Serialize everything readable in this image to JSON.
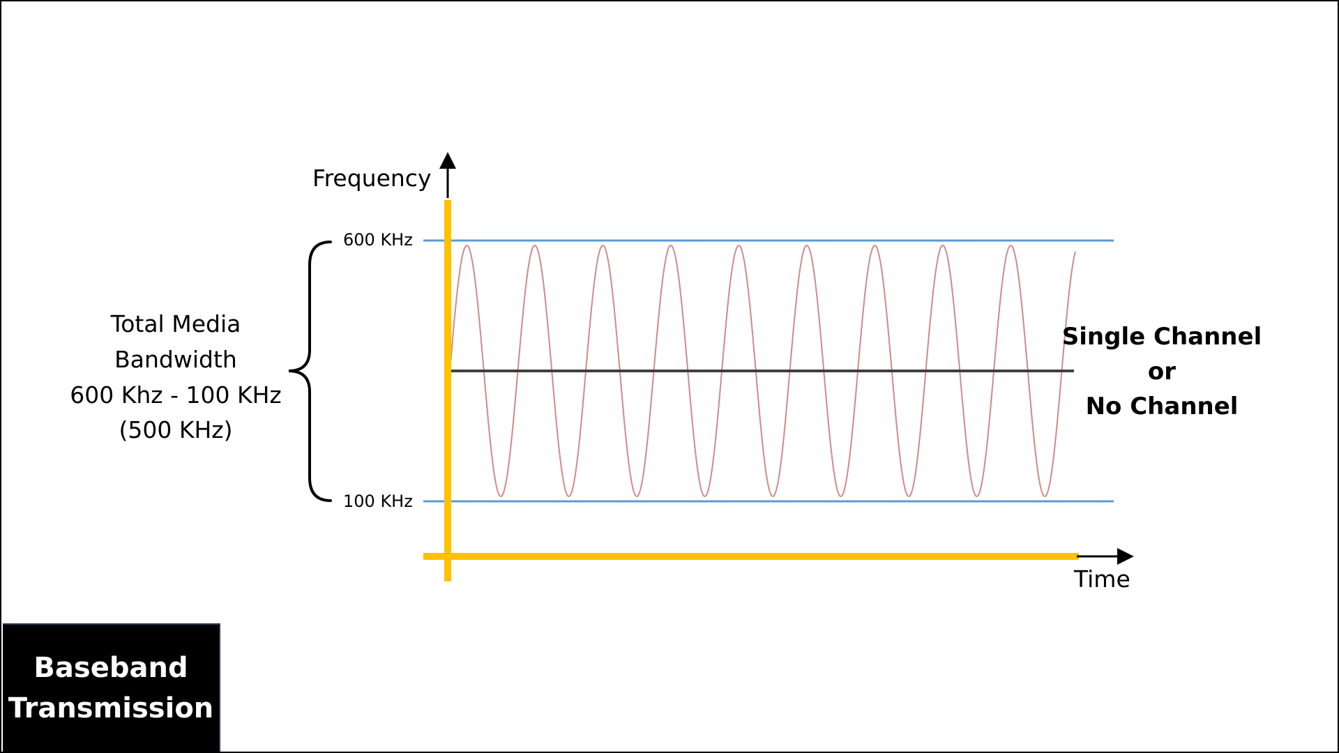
{
  "diagram": {
    "y_axis_label": "Frequency",
    "x_axis_label": "Time",
    "upper_limit_label": "600 KHz",
    "lower_limit_label": "100 KHz",
    "bandwidth_lines": [
      "Total Media",
      "Bandwidth",
      "600 Khz - 100 KHz",
      "(500 KHz)"
    ],
    "channel_lines": [
      "Single Channel",
      "or",
      "No Channel"
    ],
    "signal_cycles": 9,
    "colors": {
      "axis": "#FFC000",
      "limit_line": "#5B9BD5",
      "signal_wave": "#D08A8A",
      "center_line": "#404040",
      "badge_background": "#000000",
      "badge_text": "#FFFFFF"
    }
  },
  "badge": {
    "line1": "Baseband",
    "line2": "Transmission"
  }
}
